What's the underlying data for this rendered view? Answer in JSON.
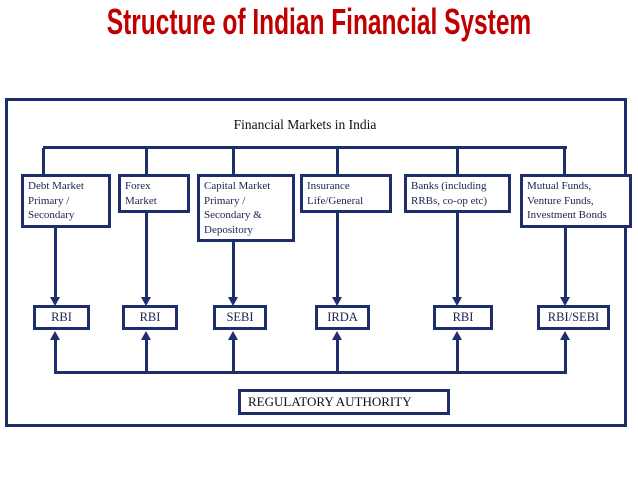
{
  "title": {
    "text": "Structure of Indian Financial System"
  },
  "colors": {
    "title_red": "#c00000",
    "line_navy": "#1e2e6d",
    "box_text_navy": "#1a2350",
    "label_dark": "#0d0d14"
  },
  "diagram": {
    "header_label": "Financial Markets in India",
    "footer_label": "REGULATORY AUTHORITY",
    "markets": [
      {
        "lines": [
          "Debt Market",
          "Primary /",
          "Secondary"
        ]
      },
      {
        "lines": [
          "Forex",
          "Market"
        ]
      },
      {
        "lines": [
          "Capital Market",
          "Primary /",
          "Secondary &",
          "Depository"
        ]
      },
      {
        "lines": [
          "Insurance",
          "Life/General"
        ]
      },
      {
        "lines": [
          "Banks (including",
          "RRBs, co-op etc)"
        ]
      },
      {
        "lines": [
          "Mutual Funds,",
          "Venture Funds,",
          "Investment Bonds"
        ]
      }
    ],
    "regulators": [
      "RBI",
      "RBI",
      "SEBI",
      "IRDA",
      "RBI",
      "RBI/SEBI"
    ]
  }
}
